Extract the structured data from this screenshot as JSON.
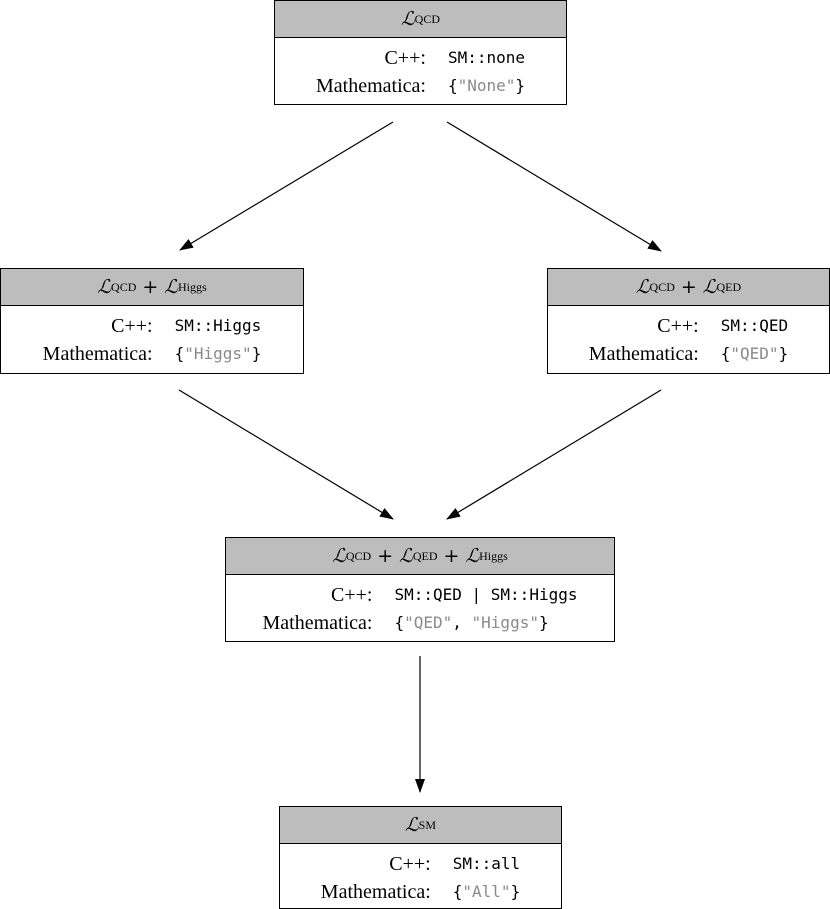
{
  "nodes": {
    "qcd": {
      "title": {
        "symbol": "ℒ",
        "sub": "QCD"
      },
      "cpp_label": "C++:",
      "cpp_value": "SM::none",
      "math_label": "Mathematica:",
      "math_open": "{",
      "math_str1": "\"None\"",
      "math_close": "}"
    },
    "higgs": {
      "title_terms": [
        {
          "symbol": "ℒ",
          "sub": "QCD"
        },
        {
          "symbol": "ℒ",
          "sub": "Higgs"
        }
      ],
      "plus": "+",
      "cpp_label": "C++:",
      "cpp_value": "SM::Higgs",
      "math_label": "Mathematica:",
      "math_open": "{",
      "math_str1": "\"Higgs\"",
      "math_close": "}"
    },
    "qed": {
      "title_terms": [
        {
          "symbol": "ℒ",
          "sub": "QCD"
        },
        {
          "symbol": "ℒ",
          "sub": "QED"
        }
      ],
      "plus": "+",
      "cpp_label": "C++:",
      "cpp_value": "SM::QED",
      "math_label": "Mathematica:",
      "math_open": "{",
      "math_str1": "\"QED\"",
      "math_close": "}"
    },
    "combined": {
      "title_terms": [
        {
          "symbol": "ℒ",
          "sub": "QCD"
        },
        {
          "symbol": "ℒ",
          "sub": "QED"
        },
        {
          "symbol": "ℒ",
          "sub": "Higgs"
        }
      ],
      "plus": "+",
      "cpp_label": "C++:",
      "cpp_value": "SM::QED | SM::Higgs",
      "math_label": "Mathematica:",
      "math_open": "{",
      "math_str1": "\"QED\"",
      "math_sep": ", ",
      "math_str2": "\"Higgs\"",
      "math_close": "}"
    },
    "sm": {
      "title": {
        "symbol": "ℒ",
        "sub": "SM"
      },
      "cpp_label": "C++:",
      "cpp_value": "SM::all",
      "math_label": "Mathematica:",
      "math_open": "{",
      "math_str1": "\"All\"",
      "math_close": "}"
    }
  },
  "edges": [
    {
      "from": "qcd",
      "to": "higgs"
    },
    {
      "from": "qcd",
      "to": "qed"
    },
    {
      "from": "higgs",
      "to": "combined"
    },
    {
      "from": "qed",
      "to": "combined"
    },
    {
      "from": "combined",
      "to": "sm"
    }
  ]
}
